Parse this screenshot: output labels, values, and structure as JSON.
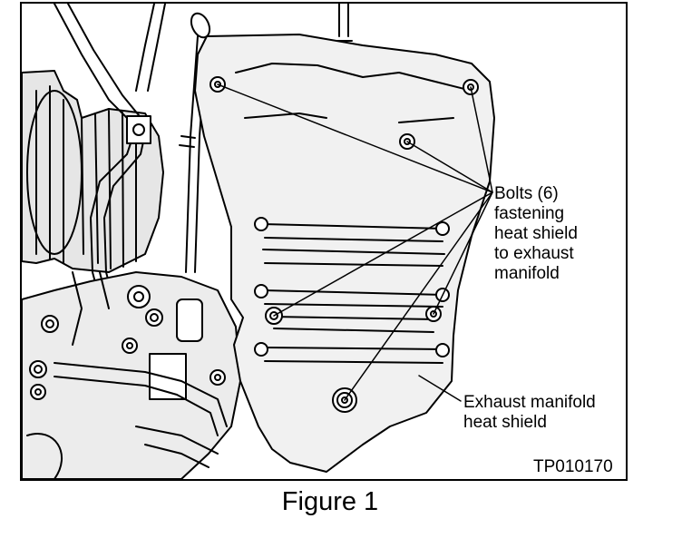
{
  "callouts": {
    "bolts": [
      "Bolts (6)",
      "fastening",
      "heat shield",
      "to exhaust",
      "manifold"
    ],
    "heat_shield": [
      "Exhaust manifold",
      "heat shield"
    ]
  },
  "figure_code": "TP010170",
  "caption": "Figure 1"
}
